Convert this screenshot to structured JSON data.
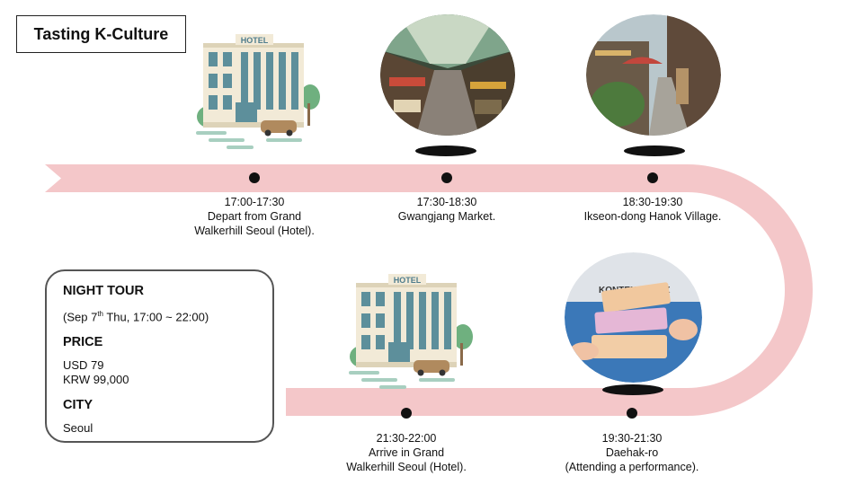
{
  "title": "Tasting K-Culture",
  "stops": [
    {
      "time": "17:00-17:30",
      "line1": "Depart from Grand",
      "line2": "Walkerhill Seoul (Hotel).",
      "image": "hotel-icon"
    },
    {
      "time": "17:30-18:30",
      "line1": "Gwangjang Market.",
      "line2": "",
      "image": "market-photo"
    },
    {
      "time": "18:30-19:30",
      "line1": "Ikseon-dong Hanok Village.",
      "line2": "",
      "image": "hanok-alley-photo"
    },
    {
      "time": "19:30-21:30",
      "line1": "Daehak-ro",
      "line2": "(Attending a performance).",
      "image": "performance-tickets-photo"
    },
    {
      "time": "21:30-22:00",
      "line1": "Arrive in Grand",
      "line2": "Walkerhill Seoul (Hotel).",
      "image": "hotel-icon"
    }
  ],
  "hotel_sign": "HOTEL",
  "info": {
    "night_tour_heading": "NIGHT TOUR",
    "date_prefix": "(Sep 7",
    "date_sup": "th",
    "date_suffix": " Thu, 17:00 ~ 22:00)",
    "price_heading": "PRICE",
    "price_usd": "USD 79",
    "price_krw": "KRW 99,000",
    "city_heading": "CITY",
    "city": "Seoul"
  },
  "colors": {
    "road": "#f4c7c9",
    "text": "#111111",
    "border": "#555555"
  }
}
